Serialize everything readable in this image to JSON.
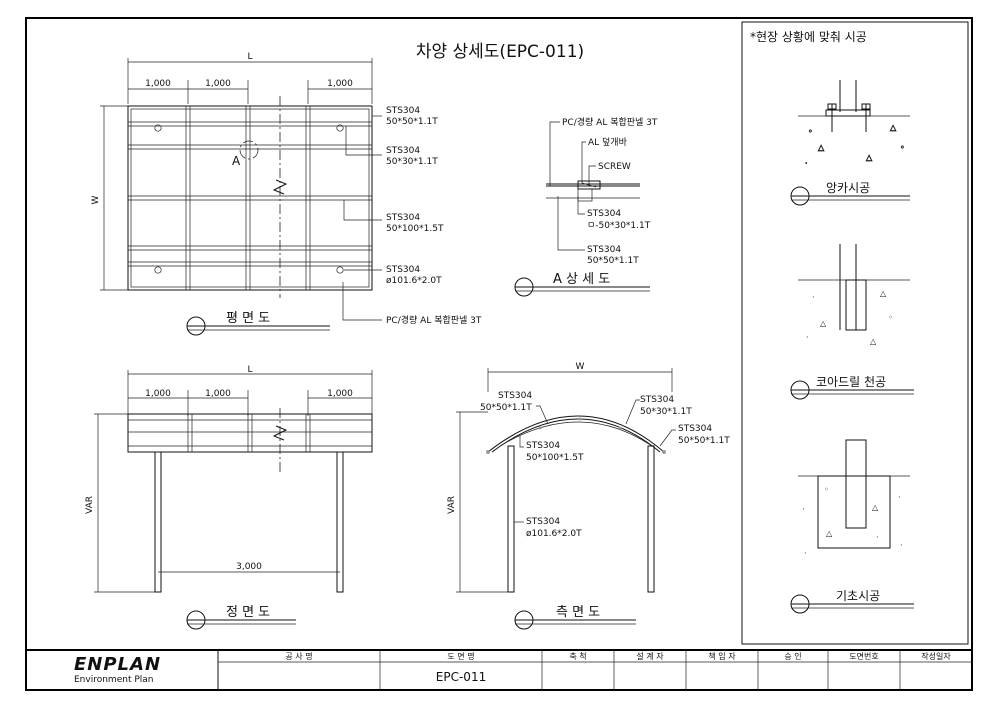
{
  "title": "차양 상세도(EPC-011)",
  "side_note": "*현장 상황에 맞춰 시공",
  "views": {
    "plan": {
      "label": "평 면 도",
      "dim_total": "L",
      "dim_1": "1,000",
      "dim_2": "1,000",
      "dim_3": "1,000",
      "height_dim": "W",
      "detail_mark": "A",
      "callouts": [
        {
          "line1": "STS304",
          "line2": "50*50*1.1T"
        },
        {
          "line1": "STS304",
          "line2": "50*30*1.1T"
        },
        {
          "line1": "STS304",
          "line2": "50*100*1.5T"
        },
        {
          "line1": "STS304",
          "line2": "ø101.6*2.0T"
        }
      ],
      "panel_note": "PC/경량 AL 복합판넬 3T"
    },
    "detail_a": {
      "label": "A 상 세 도",
      "panel_note": "PC/경량 AL 복합판넬 3T",
      "bar_note": "AL 덮개바",
      "screw_note": "SCREW",
      "callouts": [
        {
          "line1": "STS304",
          "line2": "ㅁ-50*30*1.1T"
        },
        {
          "line1": "STS304",
          "line2": "50*50*1.1T"
        }
      ]
    },
    "front": {
      "label": "정 면 도",
      "dim_total": "L",
      "dim_1": "1,000",
      "dim_2": "1,000",
      "dim_3": "1,000",
      "span": "3,000",
      "height_dim": "VAR"
    },
    "side": {
      "label": "측 면 도",
      "dim_total": "W",
      "height_dim": "VAR",
      "callouts": [
        {
          "line1": "STS304",
          "line2": "50*50*1.1T"
        },
        {
          "line1": "STS304",
          "line2": "50*30*1.1T"
        },
        {
          "line1": "STS304",
          "line2": "50*50*1.1T"
        },
        {
          "line1": "STS304",
          "line2": "50*100*1.5T"
        },
        {
          "line1": "STS304",
          "line2": "ø101.6*2.0T"
        }
      ]
    }
  },
  "installs": [
    {
      "label": "앙카시공"
    },
    {
      "label": "코아드릴 천공"
    },
    {
      "label": "기초시공"
    }
  ],
  "title_block": {
    "logo": "ENPLAN",
    "logo_sub": "Environment Plan",
    "headers": [
      "공 사 명",
      "도 면 명",
      "축 척",
      "설 계 자",
      "책 임 자",
      "승 인",
      "도면번호",
      "작성일자"
    ],
    "drawing_name": "EPC-011"
  }
}
